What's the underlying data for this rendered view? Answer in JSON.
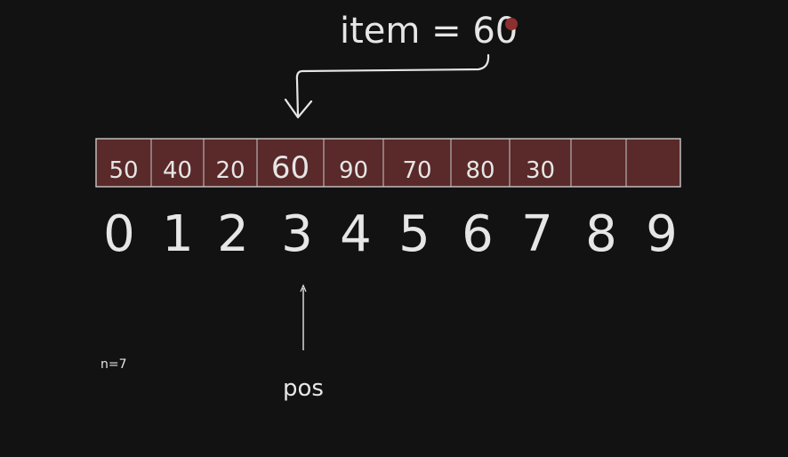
{
  "title_text": "item = 60",
  "title_dot_color": "#8b2f2f",
  "array": {
    "values": [
      "50",
      "40",
      "20",
      "60",
      "90",
      "70",
      "80",
      "30",
      "",
      ""
    ],
    "indices": [
      "0",
      "1",
      "2",
      "3",
      "4",
      "5",
      "6",
      "7",
      "8",
      "9"
    ]
  },
  "labels": {
    "pos": "pos",
    "n": "n=7"
  },
  "colors": {
    "background": "#121212",
    "cell_fill": "#5a2929",
    "cell_stroke": "#c9c9c9",
    "ink": "#e6e6e6"
  }
}
